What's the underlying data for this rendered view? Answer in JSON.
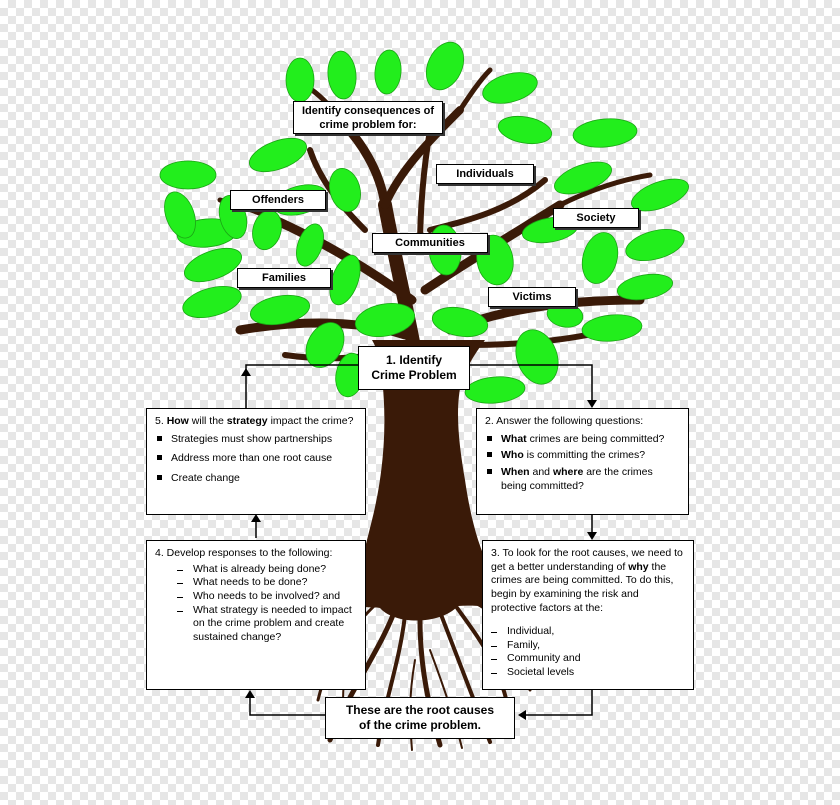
{
  "consequences": {
    "header_line1": "Identify consequences of",
    "header_line2": "crime problem for:",
    "offenders": "Offenders",
    "individuals": "Individuals",
    "society": "Society",
    "communities": "Communities",
    "families": "Families",
    "victims": "Victims"
  },
  "step1": {
    "line1": "1.  Identify",
    "line2": "Crime Problem"
  },
  "step2": {
    "title": "2.  Answer the following questions:",
    "q1_bold": "What",
    "q1_rest": " crimes are being committed?",
    "q2_bold": "Who",
    "q2_rest": " is committing the crimes?",
    "q3_bold1": "When",
    "q3_mid": " and ",
    "q3_bold2": "where",
    "q3_rest": " are the crimes being committed?"
  },
  "step3": {
    "text_a": "3.  To look for the root causes, we need to get a better understanding of ",
    "text_bold": "why",
    "text_b": " the crimes are being committed.  To do this, begin by examining the risk and protective factors at the:",
    "levels": [
      "Individual,",
      "Family,",
      "Community and",
      "Societal levels"
    ]
  },
  "step4": {
    "title": "4.  Develop responses to the following:",
    "items": [
      "What is already being done?",
      "What needs to be done?",
      "Who needs to be involved? and",
      "What strategy is needed to impact on the crime problem and create sustained change?"
    ]
  },
  "step5": {
    "t1": "5.  ",
    "t_bold1": "How",
    "t2": " will the ",
    "t_bold2": "strategy",
    "t3": " impact the crime?",
    "items": [
      "Strategies must show partnerships",
      "Address more than one root cause",
      "Create change"
    ]
  },
  "roots": {
    "line1": "These are the root causes",
    "line2": "of the crime problem."
  },
  "colors": {
    "leaf": "#22ee1c",
    "trunk": "#3a1a08",
    "box_border": "#000000"
  }
}
